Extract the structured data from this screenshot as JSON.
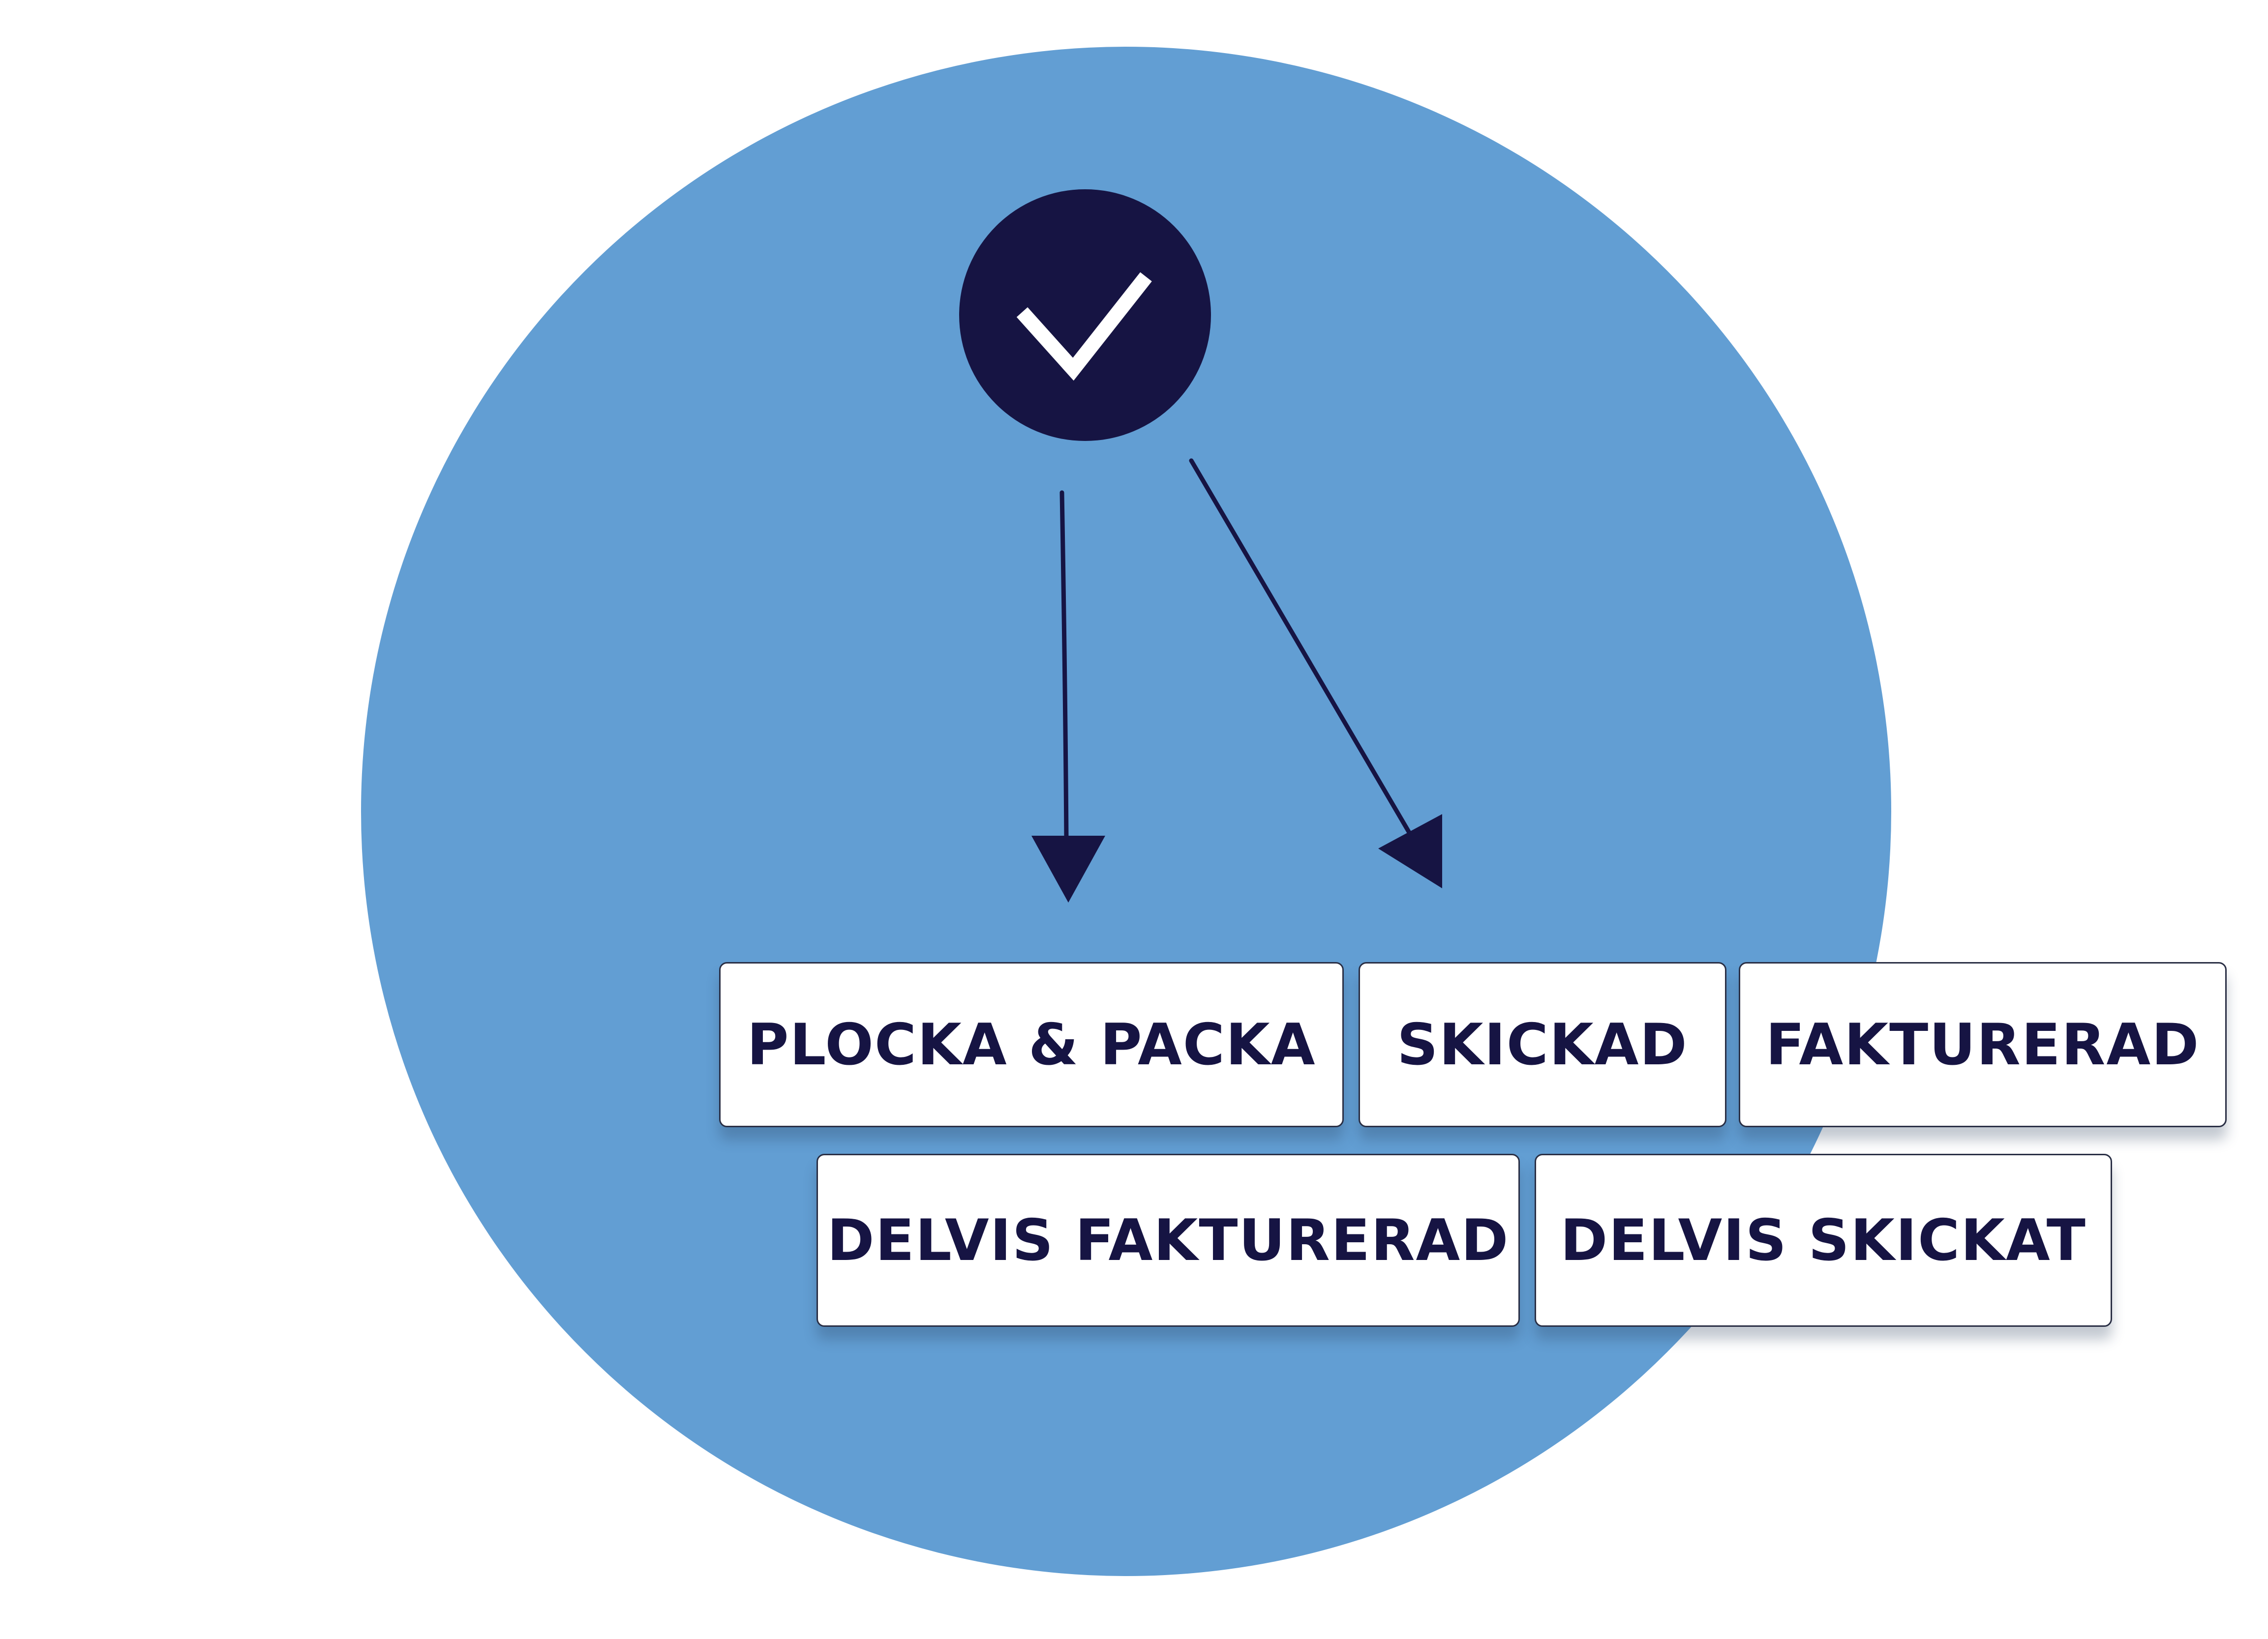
{
  "colors": {
    "circle": "#629ed3",
    "navy": "#161443",
    "box_background": "#ffffff",
    "box_text": "#161443",
    "check": "#ffffff"
  },
  "icons": {
    "badge": "check-icon"
  },
  "statuses": {
    "plocka_packa": "PLOCKA & PACKA",
    "skickad": "SKICKAD",
    "fakturerad": "FAKTURERAD",
    "delvis_fakturerad": "DELVIS FAKTURERAD",
    "delvis_skickat": "DELVIS SKICKAT"
  }
}
